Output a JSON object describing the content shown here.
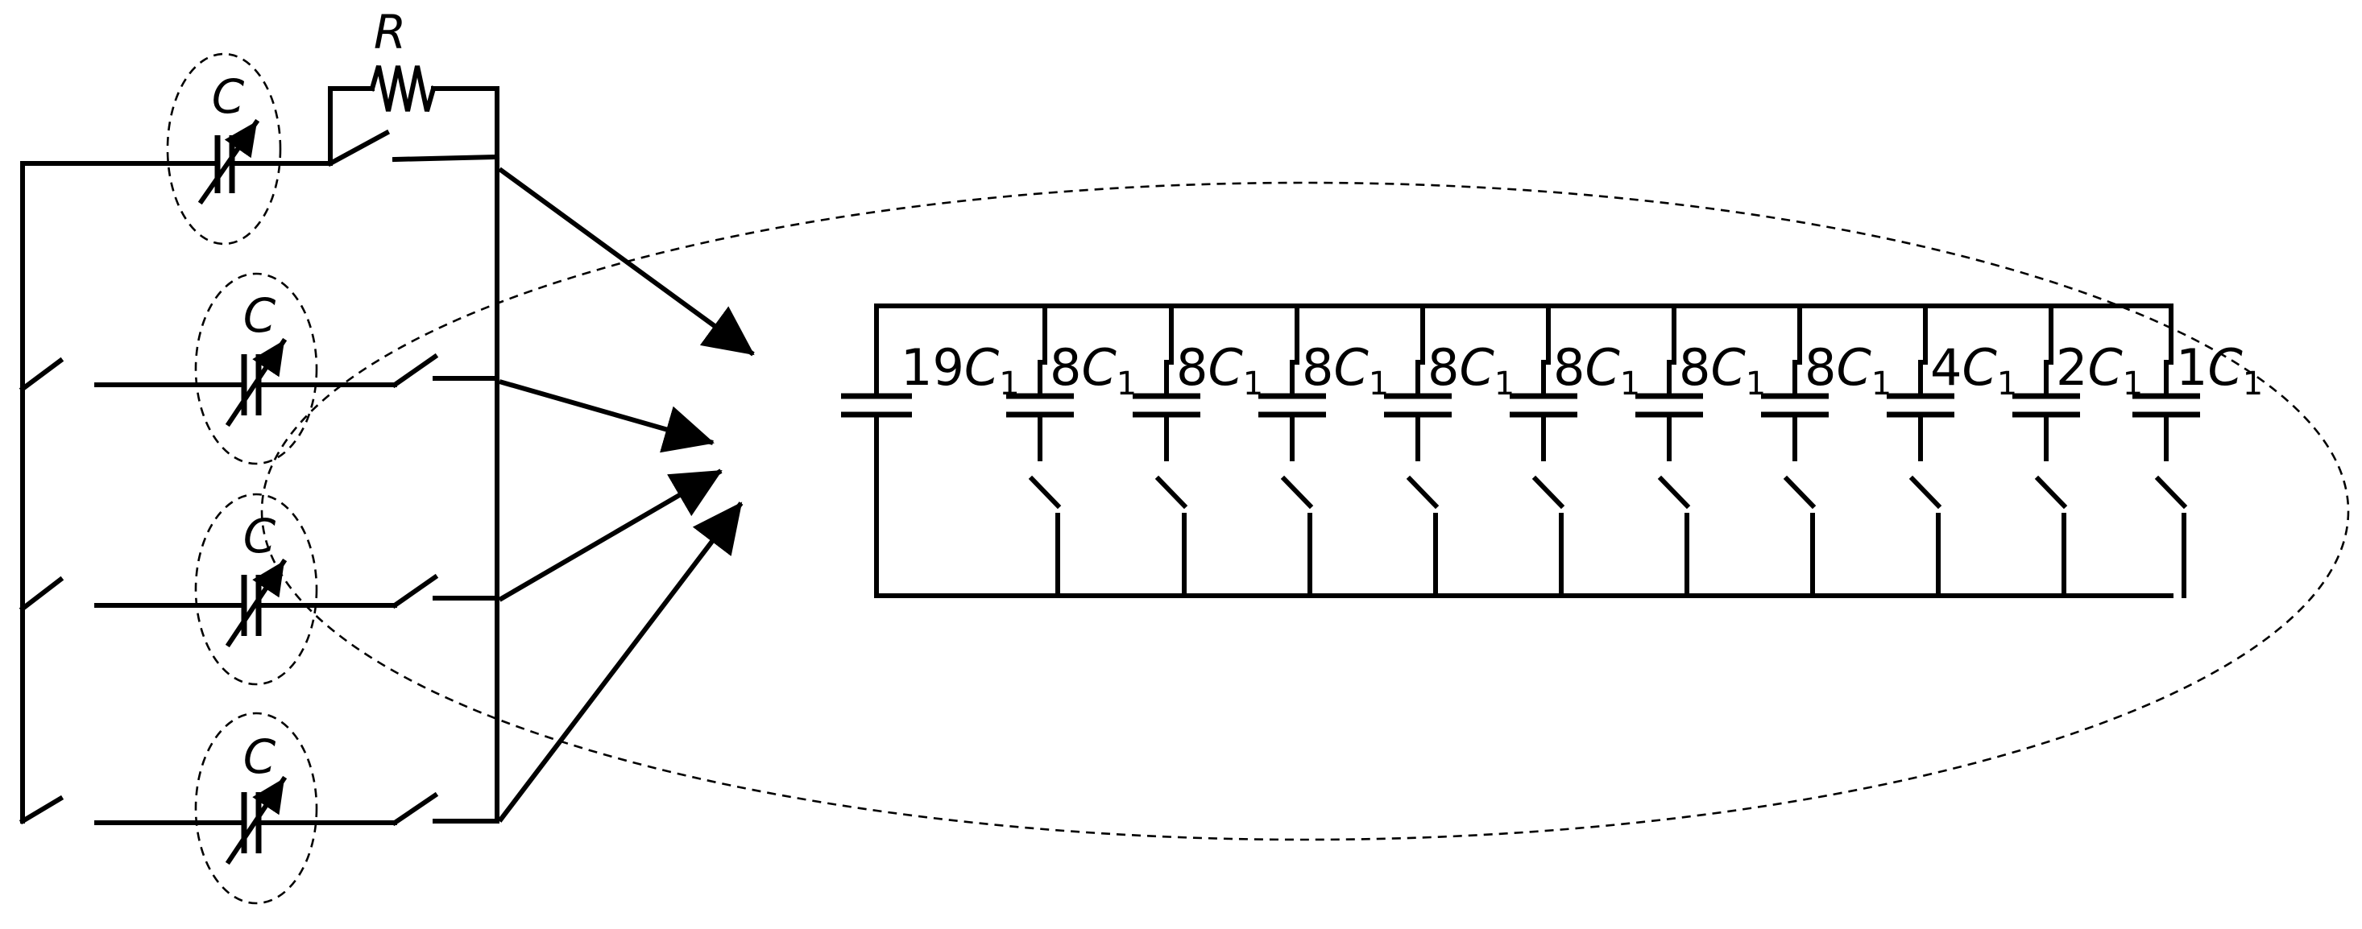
{
  "labels": {
    "resistor": "R",
    "variable_capacitor": "C"
  },
  "bank": [
    {
      "coef": "19",
      "sym": "C",
      "sub": "1"
    },
    {
      "coef": "8",
      "sym": "C",
      "sub": "1"
    },
    {
      "coef": "8",
      "sym": "C",
      "sub": "1"
    },
    {
      "coef": "8",
      "sym": "C",
      "sub": "1"
    },
    {
      "coef": "8",
      "sym": "C",
      "sub": "1"
    },
    {
      "coef": "8",
      "sym": "C",
      "sub": "1"
    },
    {
      "coef": "8",
      "sym": "C",
      "sub": "1"
    },
    {
      "coef": "8",
      "sym": "C",
      "sub": "1"
    },
    {
      "coef": "4",
      "sym": "C",
      "sub": "1"
    },
    {
      "coef": "2",
      "sym": "C",
      "sub": "1"
    },
    {
      "coef": "1",
      "sym": "C",
      "sub": "1"
    }
  ]
}
